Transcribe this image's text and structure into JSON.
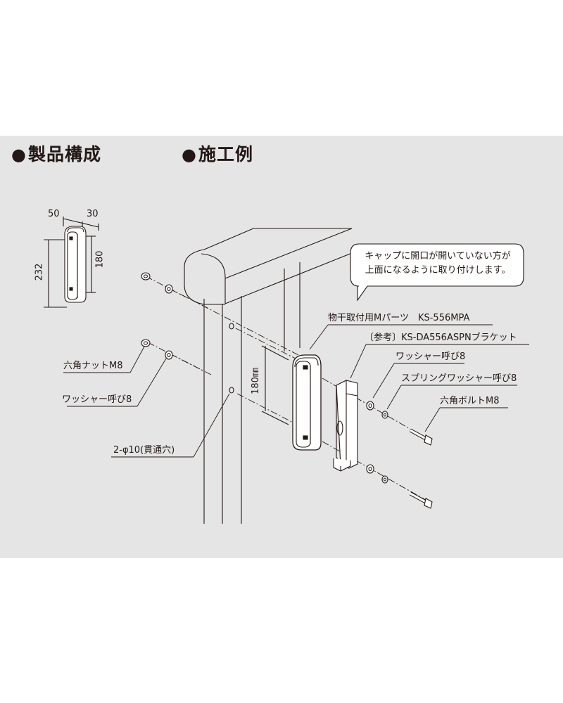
{
  "headings": {
    "parts": "製品構成",
    "example": "施工例",
    "bullet": "●"
  },
  "dimensions": {
    "width": "50",
    "depth": "30",
    "height": "232",
    "inner_height": "180",
    "hole_spacing": "180㎜"
  },
  "callout": {
    "line1": "キャップに開口が開いていない方が",
    "line2": "上面になるように取り付けします。"
  },
  "labels": {
    "m_parts": "物干取付用Mパーツ　KS-556MPA",
    "bracket": "〔参考〕KS-DA556ASPNブラケット",
    "washer_right": "ワッシャー呼び8",
    "spring_washer": "スプリングワッシャー呼び8",
    "hex_bolt": "六角ボルトM8",
    "hex_nut": "六角ナットM8",
    "washer_left": "ワッシャー呼び8",
    "holes": "2-φ10(貫通穴)"
  },
  "colors": {
    "panel": "#e5e5e5",
    "line": "#231815",
    "part_fill": "#ffffff"
  }
}
